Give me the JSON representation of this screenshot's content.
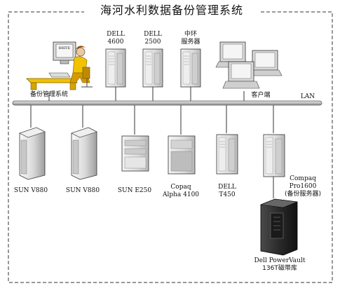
{
  "title": "海河水利数据备份管理系统",
  "network_label": "LAN",
  "top_devices": [
    {
      "id": "dell4600",
      "lines": [
        "DELL",
        "4600"
      ]
    },
    {
      "id": "dell2500",
      "lines": [
        "DELL",
        "2500"
      ]
    },
    {
      "id": "zhonghuan",
      "lines": [
        "中环",
        "服务器"
      ]
    }
  ],
  "admin_label": "备份管理系统",
  "admin_monitor_text": "BRITE",
  "clients_label": "客户端",
  "bottom_devices": [
    {
      "id": "sun-v880-1",
      "lines": [
        "SUN V880"
      ]
    },
    {
      "id": "sun-v880-2",
      "lines": [
        "SUN V880"
      ]
    },
    {
      "id": "sun-e250",
      "lines": [
        "SUN E250"
      ]
    },
    {
      "id": "compaq-alpha",
      "lines": [
        "Copaq",
        "Alpha 4100"
      ]
    },
    {
      "id": "dell-t450",
      "lines": [
        "DELL",
        "T450"
      ]
    }
  ],
  "backup_server": {
    "lines": [
      "Compaq",
      "Pro1600",
      "(备份服务器)"
    ]
  },
  "tape_library": {
    "lines": [
      "Dell PowerVault",
      "136T磁带库"
    ]
  }
}
